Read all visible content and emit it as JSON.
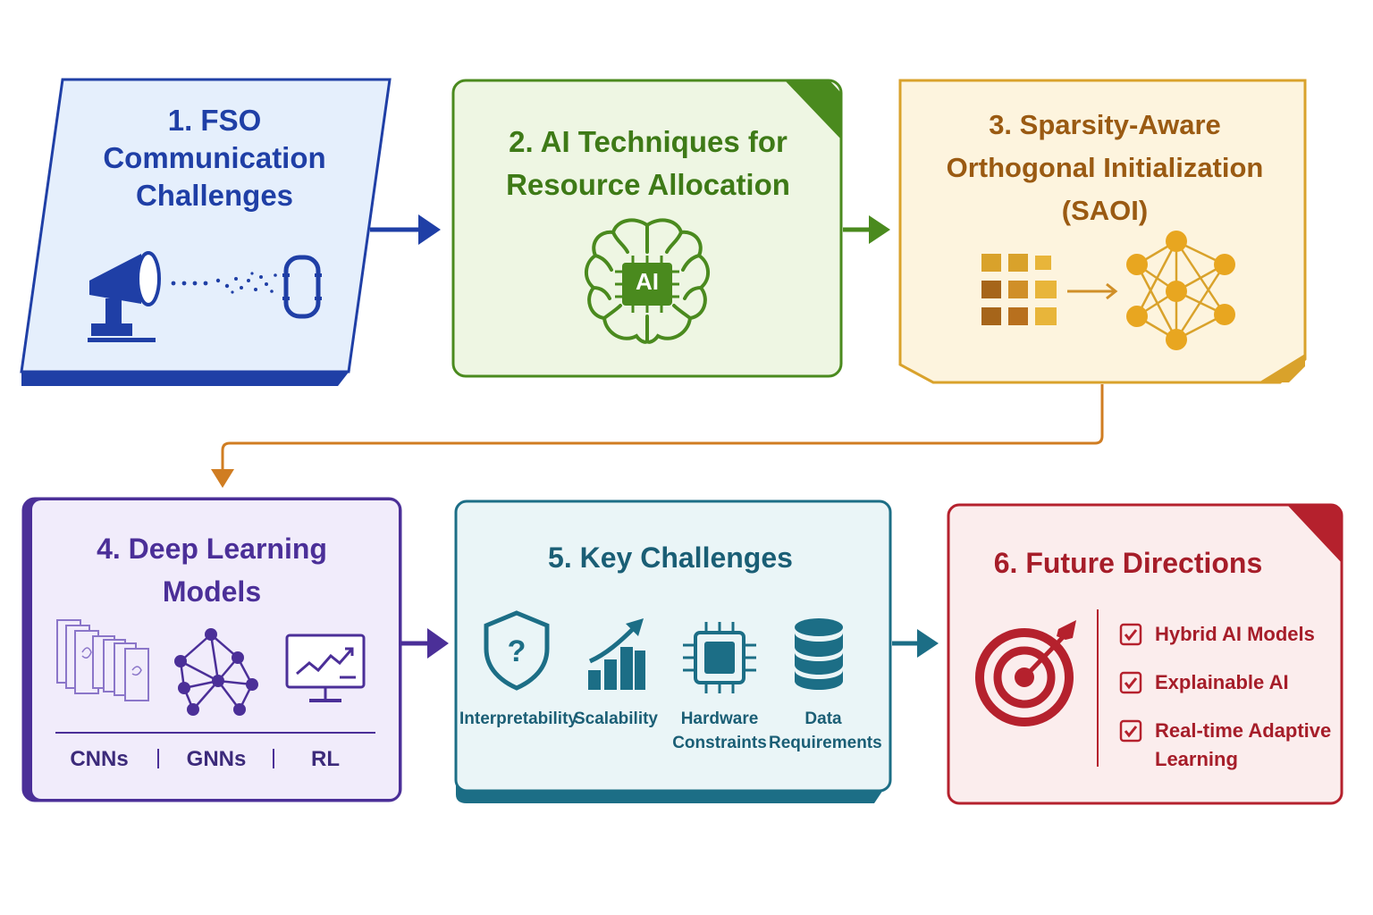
{
  "colors": {
    "blue": "#1f3fa6",
    "green": "#4a8a1e",
    "orange": "#d9a22b",
    "purple": "#4b2f98",
    "teal": "#1c6e86",
    "red": "#b5212d"
  },
  "steps": [
    {
      "title_lines": [
        "1. FSO",
        "Communication",
        "Challenges"
      ],
      "icons": [
        "transmitter-icon",
        "receiver-icon"
      ]
    },
    {
      "title_lines": [
        "2. AI Techniques for",
        "Resource Allocation"
      ],
      "icons": [
        "ai-brain-icon"
      ],
      "chip_label": "AI"
    },
    {
      "title_lines": [
        "3. Sparsity-Aware",
        "Orthogonal Initialization",
        "(SAOI)"
      ],
      "icons": [
        "matrix-grid-icon",
        "arrow-right-icon",
        "neural-network-icon"
      ]
    },
    {
      "title_lines": [
        "4. Deep Learning",
        "Models"
      ],
      "models": [
        "CNNs",
        "GNNs",
        "RL"
      ],
      "icons": [
        "cnn-layers-icon",
        "graph-network-icon",
        "monitor-chart-icon"
      ]
    },
    {
      "title": "5. Key Challenges",
      "challenges": [
        {
          "lines": [
            "Interpretability"
          ],
          "icon": "shield-question-icon"
        },
        {
          "lines": [
            "Scalability"
          ],
          "icon": "growth-bars-icon"
        },
        {
          "lines": [
            "Hardware",
            "Constraints"
          ],
          "icon": "chip-icon"
        },
        {
          "lines": [
            "Data",
            "Requirements"
          ],
          "icon": "database-icon"
        }
      ]
    },
    {
      "title": "6. Future Directions",
      "icon": "target-icon",
      "items": [
        {
          "lines": [
            "Hybrid AI Models"
          ]
        },
        {
          "lines": [
            "Explainable AI"
          ]
        },
        {
          "lines": [
            "Real-time Adaptive",
            "Learning"
          ]
        }
      ]
    }
  ]
}
